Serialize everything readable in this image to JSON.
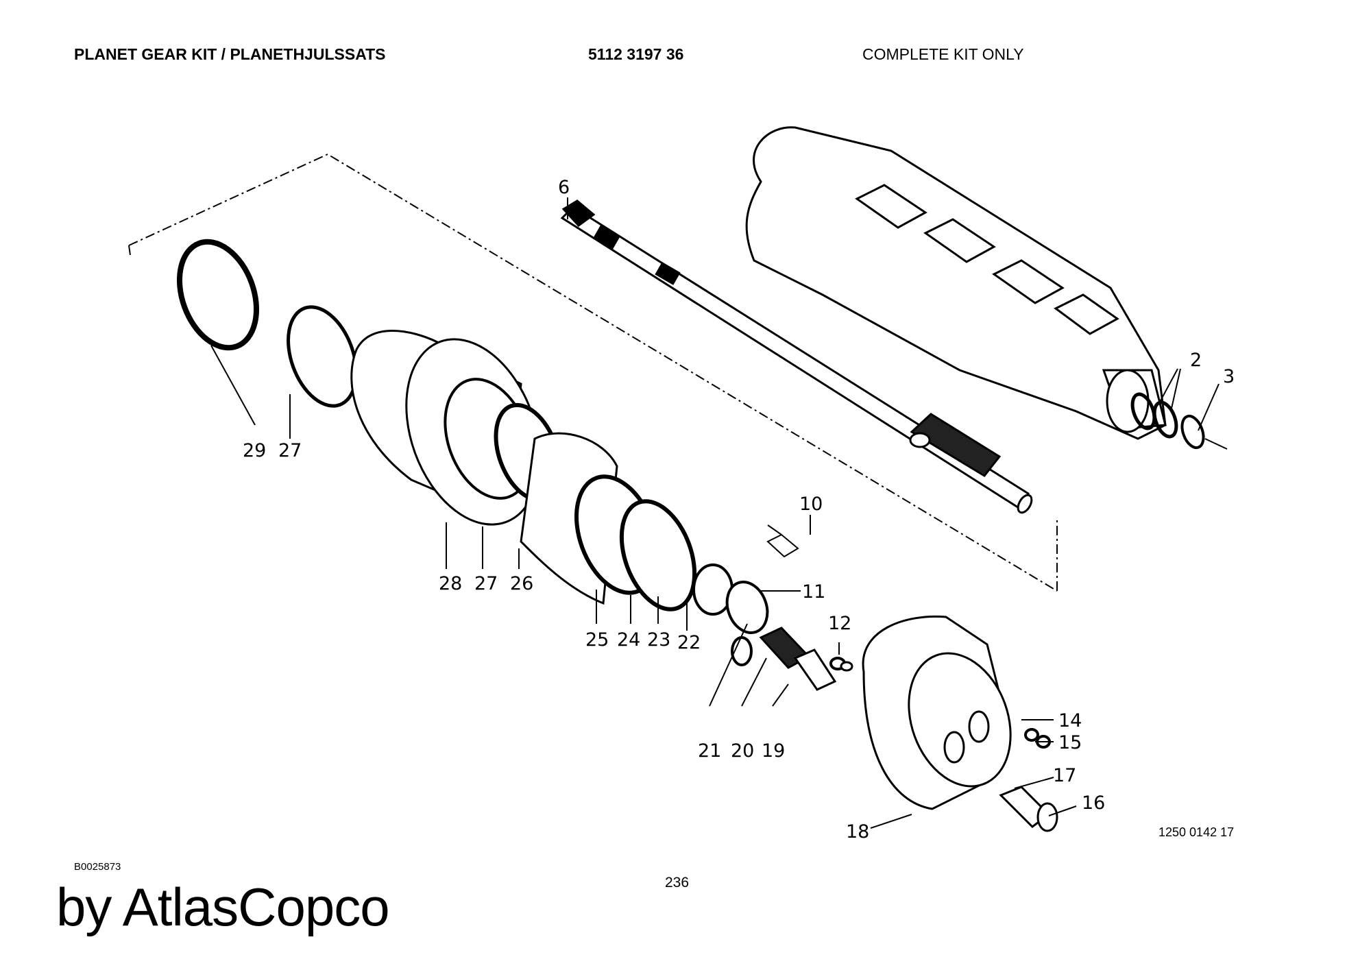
{
  "header": {
    "title": "PLANET GEAR KIT / PLANETHJULSSATS",
    "part_number": "5112 3197 36",
    "note": "COMPLETE KIT ONLY"
  },
  "callouts": {
    "c2": "2",
    "c3": "3",
    "c6": "6",
    "c10": "10",
    "c11": "11",
    "c12": "12",
    "c14": "14",
    "c15": "15",
    "c16": "16",
    "c17": "17",
    "c18": "18",
    "c19": "19",
    "c20": "20",
    "c21": "21",
    "c22": "22",
    "c23": "23",
    "c24": "24",
    "c25": "25",
    "c26": "26",
    "c27a": "27",
    "c27b": "27",
    "c28": "28",
    "c29": "29"
  },
  "drawing_number": "1250 0142 17",
  "document_code": "B0025873",
  "page_number": "236",
  "brand": "by AtlasCopco"
}
